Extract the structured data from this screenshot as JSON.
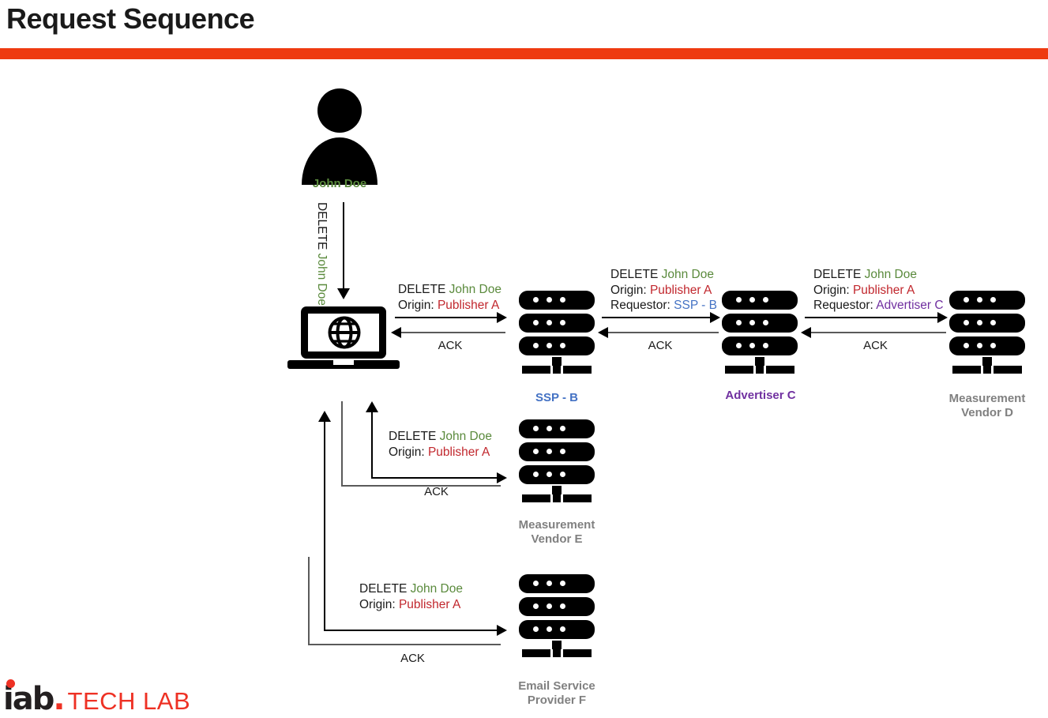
{
  "header": {
    "title": "Request Sequence",
    "rule_color": "#EE3B11"
  },
  "logo": {
    "iab": "iab",
    "dot": ".",
    "tech_lab": "TECH LAB",
    "color_black": "#231f20",
    "color_red": "#EE3124"
  },
  "colors": {
    "subject": "#5a8a3c",
    "origin": "#C1272D",
    "ssp": "#4472C4",
    "advertiser": "#7030A0",
    "vendor": "#808080",
    "request_arrow": "#000000",
    "ack_arrow": "#5a5a5a"
  },
  "nodes": {
    "person": {
      "label": "John Doe",
      "icon": "person-icon",
      "color": "#5a8a3c"
    },
    "laptop": {
      "label": "",
      "icon": "laptop-globe-icon"
    },
    "ssp_b": {
      "label": "SSP - B",
      "icon": "server-icon",
      "color": "#4472C4"
    },
    "advertiser_c": {
      "label": "Advertiser C",
      "icon": "server-icon",
      "color": "#7030A0"
    },
    "vendor_d": {
      "label": "Measurement\nVendor D",
      "icon": "server-icon",
      "color": "#808080"
    },
    "vendor_e": {
      "label": "Measurement\nVendor E",
      "icon": "server-icon",
      "color": "#808080"
    },
    "esp_f": {
      "label": "Email Service\nProvider F",
      "icon": "server-icon",
      "color": "#808080"
    }
  },
  "messages": {
    "user_to_laptop": {
      "verb": "DELETE",
      "subject": "John Doe",
      "orientation": "vertical"
    },
    "laptop_to_ssp": {
      "verb": "DELETE",
      "subject": "John Doe",
      "origin_key": "Origin:",
      "origin_value": "Publisher A",
      "ack": "ACK"
    },
    "ssp_to_advertiser": {
      "verb": "DELETE",
      "subject": "John Doe",
      "origin_key": "Origin:",
      "origin_value": "Publisher A",
      "requestor_key": "Requestor:",
      "requestor_value": "SSP - B",
      "ack": "ACK"
    },
    "advertiser_to_vendor_d": {
      "verb": "DELETE",
      "subject": "John Doe",
      "origin_key": "Origin:",
      "origin_value": "Publisher A",
      "requestor_key": "Requestor:",
      "requestor_value": "Advertiser C",
      "ack": "ACK"
    },
    "laptop_to_vendor_e": {
      "verb": "DELETE",
      "subject": "John Doe",
      "origin_key": "Origin:",
      "origin_value": "Publisher A",
      "ack": "ACK"
    },
    "laptop_to_esp_f": {
      "verb": "DELETE",
      "subject": "John Doe",
      "origin_key": "Origin:",
      "origin_value": "Publisher A",
      "ack": "ACK"
    }
  }
}
